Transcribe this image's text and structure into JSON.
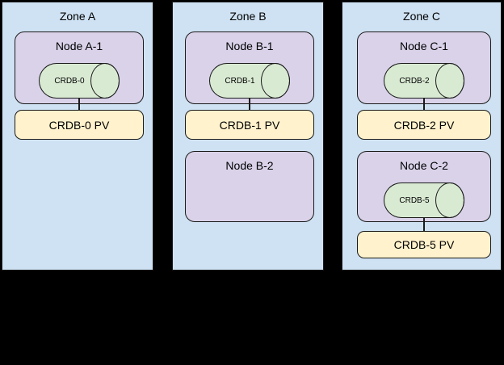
{
  "palette": {
    "canvas_bg": "#000000",
    "zone_fill": "#cfe2f3",
    "node_fill": "#d9d2e9",
    "pod_fill": "#d9ead3",
    "pv_fill": "#fff2cc",
    "border": "#1a1a1a",
    "text": "#000000"
  },
  "zones": [
    {
      "label": "Zone A",
      "nodes": [
        {
          "label": "Node A-1",
          "pod": "CRDB-0",
          "pv": "CRDB-0 PV"
        }
      ]
    },
    {
      "label": "Zone B",
      "nodes": [
        {
          "label": "Node B-1",
          "pod": "CRDB-1",
          "pv": "CRDB-1 PV"
        },
        {
          "label": "Node B-2"
        }
      ]
    },
    {
      "label": "Zone C",
      "nodes": [
        {
          "label": "Node C-1",
          "pod": "CRDB-2",
          "pv": "CRDB-2 PV"
        },
        {
          "label": "Node C-2",
          "pod": "CRDB-5",
          "pv": "CRDB-5 PV"
        }
      ]
    }
  ]
}
